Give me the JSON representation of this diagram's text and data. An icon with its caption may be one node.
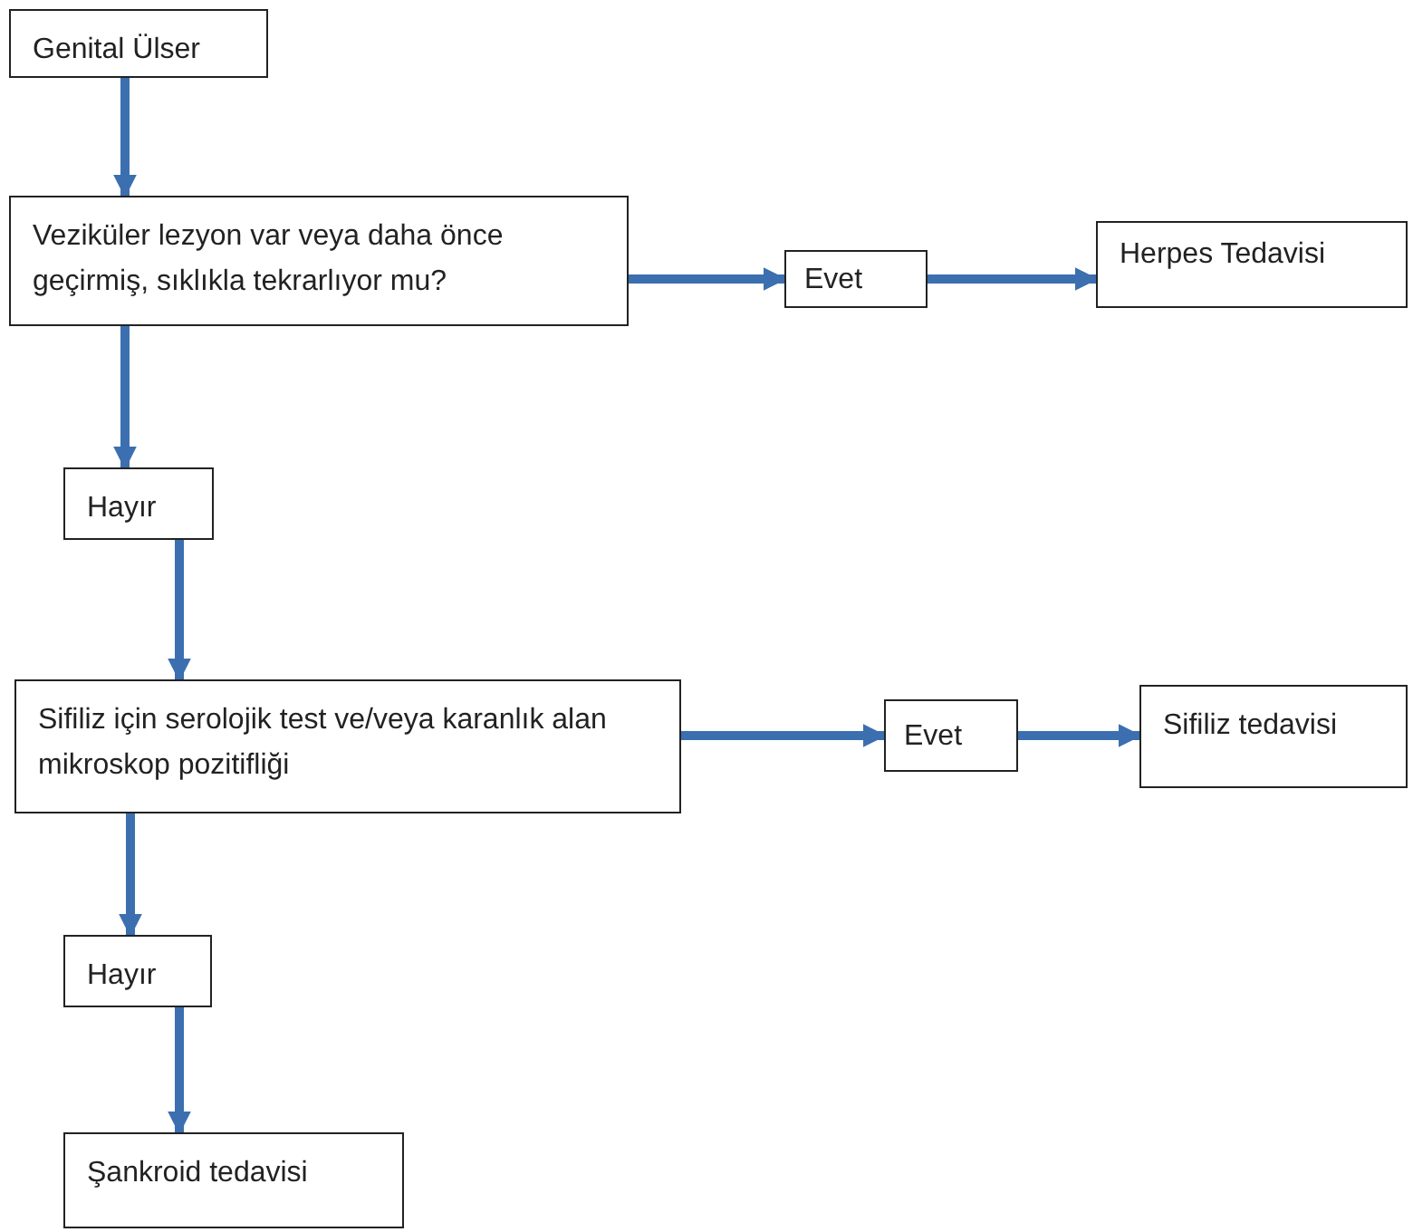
{
  "diagram": {
    "nodes": [
      {
        "text": [
          "Genital Ülser"
        ]
      },
      {
        "text": [
          "Veziküler lezyon var veya daha önce geçirmiş, sıklıkla tekrarlıyor mu?"
        ]
      },
      {
        "text": [
          "Evet"
        ]
      },
      {
        "text": [
          "Herpes Tedavisi"
        ]
      },
      {
        "text": [
          "Hayır"
        ]
      },
      {
        "text": [
          "Sifiliz için serolojik test ve/veya karanlık alan mikroskop pozitifliği"
        ]
      },
      {
        "text": [
          "Evet"
        ]
      },
      {
        "text": [
          "Sifiliz tedavisi"
        ]
      },
      {
        "text": [
          "Hayır"
        ]
      },
      {
        "text": [
          "Şankroid tedavisi"
        ]
      }
    ],
    "edges": [
      {
        "from": 0,
        "to": 1,
        "arrow": "to"
      },
      {
        "from": 1,
        "to": 2,
        "arrow": "to"
      },
      {
        "from": 2,
        "to": 3,
        "arrow": "to"
      },
      {
        "from": 1,
        "to": 4,
        "arrow": "to"
      },
      {
        "from": 4,
        "to": 5,
        "arrow": "to"
      },
      {
        "from": 5,
        "to": 6,
        "arrow": "to"
      },
      {
        "from": 6,
        "to": 7,
        "arrow": "to"
      },
      {
        "from": 5,
        "to": 8,
        "arrow": "to"
      },
      {
        "from": 8,
        "to": 9,
        "arrow": "to"
      }
    ]
  }
}
